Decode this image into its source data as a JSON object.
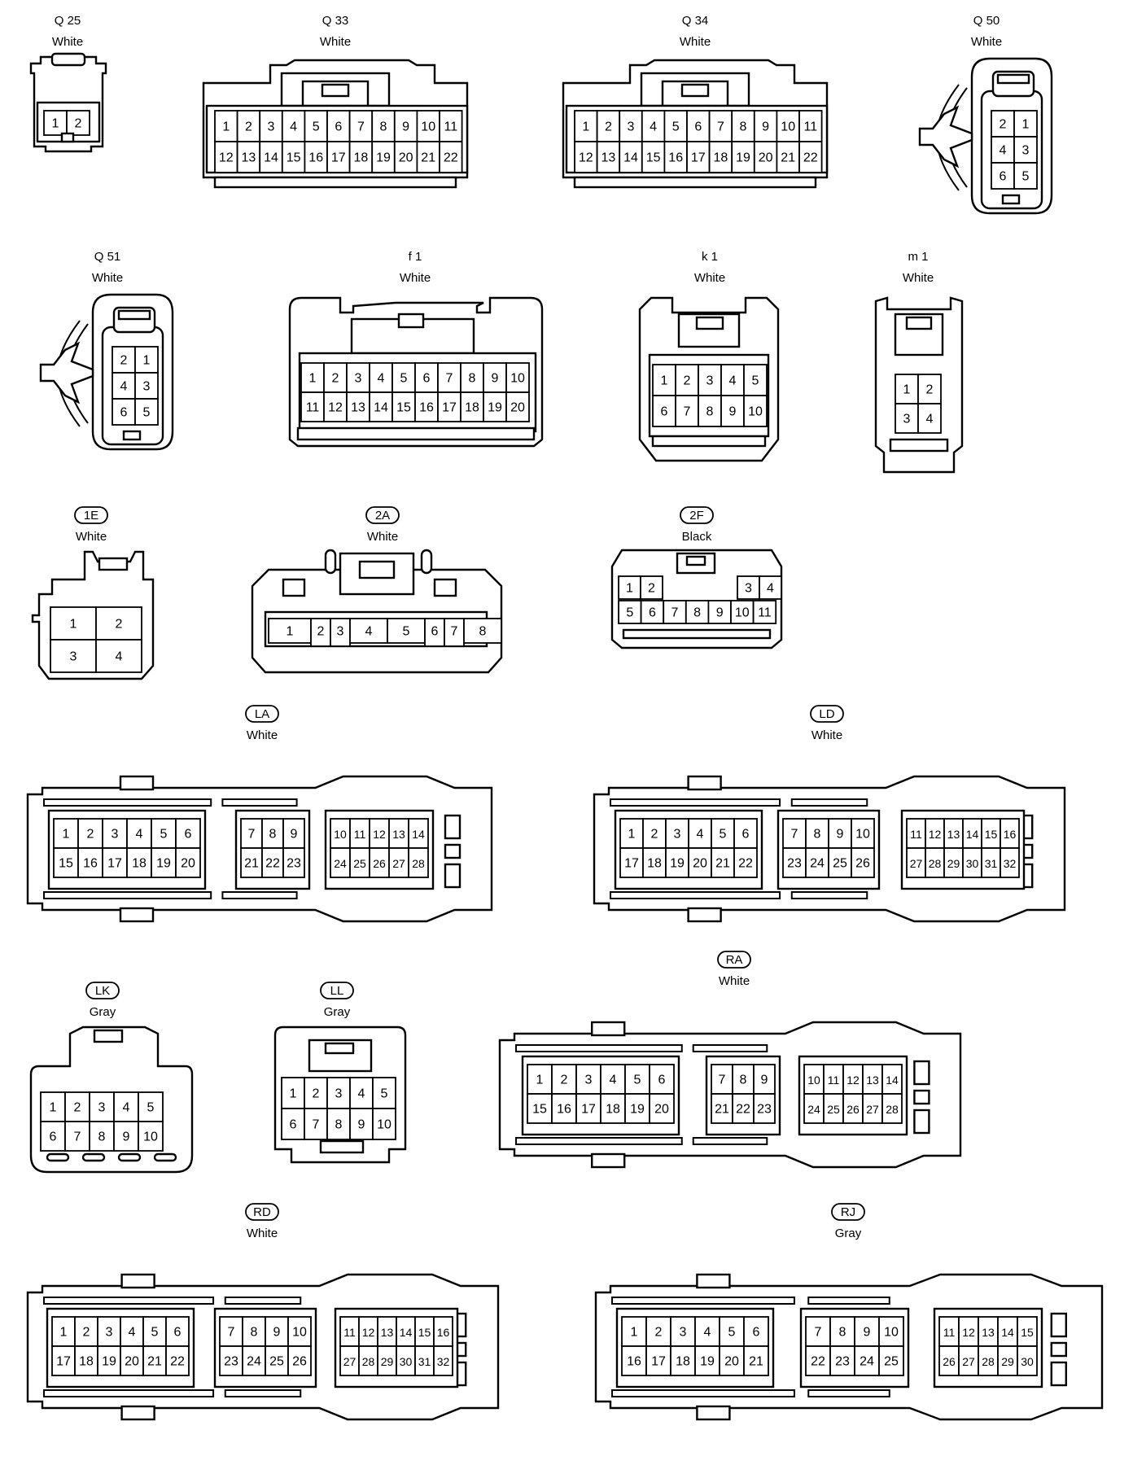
{
  "connectors": [
    {
      "code": "Q 25",
      "color": "White",
      "style": "plain",
      "pins": [
        [
          "1",
          "2"
        ]
      ]
    },
    {
      "code": "Q 33",
      "color": "White",
      "style": "plain",
      "pins": [
        [
          "1",
          "2",
          "3",
          "4",
          "5",
          "6",
          "7",
          "8",
          "9",
          "10",
          "11"
        ],
        [
          "12",
          "13",
          "14",
          "15",
          "16",
          "17",
          "18",
          "19",
          "20",
          "21",
          "22"
        ]
      ]
    },
    {
      "code": "Q 34",
      "color": "White",
      "style": "plain",
      "pins": [
        [
          "1",
          "2",
          "3",
          "4",
          "5",
          "6",
          "7",
          "8",
          "9",
          "10",
          "11"
        ],
        [
          "12",
          "13",
          "14",
          "15",
          "16",
          "17",
          "18",
          "19",
          "20",
          "21",
          "22"
        ]
      ]
    },
    {
      "code": "Q 50",
      "color": "White",
      "style": "plain",
      "pins": [
        [
          "2",
          "1"
        ],
        [
          "4",
          "3"
        ],
        [
          "6",
          "5"
        ]
      ]
    },
    {
      "code": "Q 51",
      "color": "White",
      "style": "plain",
      "pins": [
        [
          "2",
          "1"
        ],
        [
          "4",
          "3"
        ],
        [
          "6",
          "5"
        ]
      ]
    },
    {
      "code": "f 1",
      "color": "White",
      "style": "plain",
      "pins": [
        [
          "1",
          "2",
          "3",
          "4",
          "5",
          "6",
          "7",
          "8",
          "9",
          "10"
        ],
        [
          "11",
          "12",
          "13",
          "14",
          "15",
          "16",
          "17",
          "18",
          "19",
          "20"
        ]
      ]
    },
    {
      "code": "k 1",
      "color": "White",
      "style": "plain",
      "pins": [
        [
          "1",
          "2",
          "3",
          "4",
          "5"
        ],
        [
          "6",
          "7",
          "8",
          "9",
          "10"
        ]
      ]
    },
    {
      "code": "m 1",
      "color": "White",
      "style": "plain",
      "pins": [
        [
          "1",
          "2"
        ],
        [
          "3",
          "4"
        ]
      ]
    },
    {
      "code": "1E",
      "color": "White",
      "style": "oval",
      "pins": [
        [
          "1",
          "2"
        ],
        [
          "3",
          "4"
        ]
      ]
    },
    {
      "code": "2A",
      "color": "White",
      "style": "oval",
      "pins": [
        [
          "1",
          "2",
          "3",
          "4",
          "5",
          "6",
          "7",
          "8"
        ]
      ]
    },
    {
      "code": "2F",
      "color": "Black",
      "style": "oval",
      "pins": [
        [
          "1",
          "2",
          "3",
          "4"
        ],
        [
          "5",
          "6",
          "7",
          "8",
          "9",
          "10",
          "11"
        ]
      ]
    },
    {
      "code": "LA",
      "color": "White",
      "style": "oval",
      "blocks": [
        [
          [
            "1",
            "2",
            "3",
            "4",
            "5",
            "6"
          ],
          [
            "15",
            "16",
            "17",
            "18",
            "19",
            "20"
          ]
        ],
        [
          [
            "7",
            "8",
            "9"
          ],
          [
            "21",
            "22",
            "23"
          ]
        ],
        [
          [
            "10",
            "11",
            "12",
            "13",
            "14"
          ],
          [
            "24",
            "25",
            "26",
            "27",
            "28"
          ]
        ]
      ]
    },
    {
      "code": "LD",
      "color": "White",
      "style": "oval",
      "blocks": [
        [
          [
            "1",
            "2",
            "3",
            "4",
            "5",
            "6"
          ],
          [
            "17",
            "18",
            "19",
            "20",
            "21",
            "22"
          ]
        ],
        [
          [
            "7",
            "8",
            "9",
            "10"
          ],
          [
            "23",
            "24",
            "25",
            "26"
          ]
        ],
        [
          [
            "11",
            "12",
            "13",
            "14",
            "15",
            "16"
          ],
          [
            "27",
            "28",
            "29",
            "30",
            "31",
            "32"
          ]
        ]
      ]
    },
    {
      "code": "LK",
      "color": "Gray",
      "style": "oval",
      "pins": [
        [
          "1",
          "2",
          "3",
          "4",
          "5"
        ],
        [
          "6",
          "7",
          "8",
          "9",
          "10"
        ]
      ]
    },
    {
      "code": "LL",
      "color": "Gray",
      "style": "oval",
      "pins": [
        [
          "1",
          "2",
          "3",
          "4",
          "5"
        ],
        [
          "6",
          "7",
          "8",
          "9",
          "10"
        ]
      ]
    },
    {
      "code": "RA",
      "color": "White",
      "style": "oval",
      "blocks": [
        [
          [
            "1",
            "2",
            "3",
            "4",
            "5",
            "6"
          ],
          [
            "15",
            "16",
            "17",
            "18",
            "19",
            "20"
          ]
        ],
        [
          [
            "7",
            "8",
            "9"
          ],
          [
            "21",
            "22",
            "23"
          ]
        ],
        [
          [
            "10",
            "11",
            "12",
            "13",
            "14"
          ],
          [
            "24",
            "25",
            "26",
            "27",
            "28"
          ]
        ]
      ]
    },
    {
      "code": "RD",
      "color": "White",
      "style": "oval",
      "blocks": [
        [
          [
            "1",
            "2",
            "3",
            "4",
            "5",
            "6"
          ],
          [
            "17",
            "18",
            "19",
            "20",
            "21",
            "22"
          ]
        ],
        [
          [
            "7",
            "8",
            "9",
            "10"
          ],
          [
            "23",
            "24",
            "25",
            "26"
          ]
        ],
        [
          [
            "11",
            "12",
            "13",
            "14",
            "15",
            "16"
          ],
          [
            "27",
            "28",
            "29",
            "30",
            "31",
            "32"
          ]
        ]
      ]
    },
    {
      "code": "RJ",
      "color": "Gray",
      "style": "oval",
      "blocks": [
        [
          [
            "1",
            "2",
            "3",
            "4",
            "5",
            "6"
          ],
          [
            "16",
            "17",
            "18",
            "19",
            "20",
            "21"
          ]
        ],
        [
          [
            "7",
            "8",
            "9",
            "10"
          ],
          [
            "22",
            "23",
            "24",
            "25"
          ]
        ],
        [
          [
            "11",
            "12",
            "13",
            "14",
            "15"
          ],
          [
            "26",
            "27",
            "28",
            "29",
            "30"
          ]
        ]
      ]
    }
  ]
}
